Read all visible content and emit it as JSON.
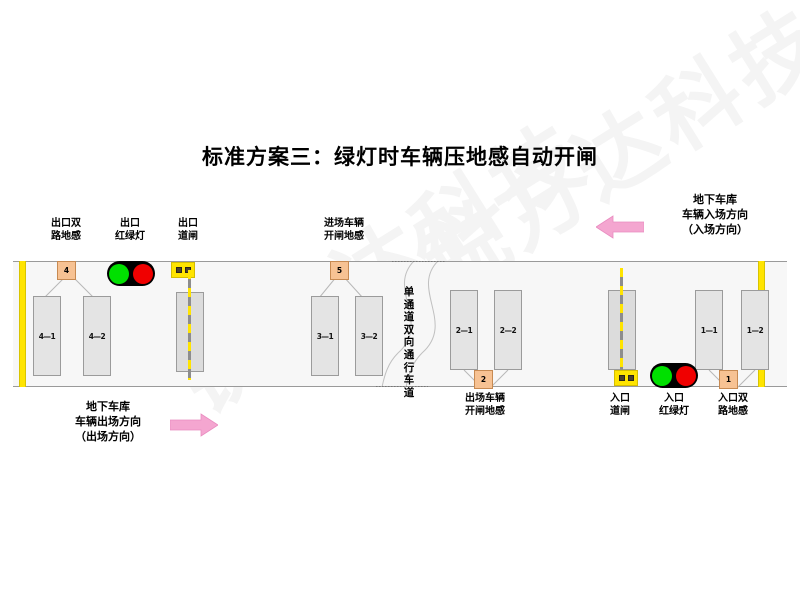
{
  "title": "标准方案三：绿灯时车辆压地感自动开闸",
  "watermark": {
    "line1": "锐方达科技",
    "line2": "锐方达科技"
  },
  "colors": {
    "curb_yellow": "#ffe400",
    "sensor_orange": "#f7c293",
    "vehicle_gray": "#e4e4e4",
    "light_green": "#00e000",
    "light_red": "#f00000",
    "arrow_pink": "#f4a6d0",
    "road_fill": "#f7f7f7"
  },
  "exit_side": {
    "labels": {
      "dual_loop": "出口双\n路地感",
      "traffic_light": "出口\n红绿灯",
      "barrier": "出口\n道闸"
    },
    "sensor": {
      "id": "4"
    },
    "vehicles": [
      {
        "id": "4—1"
      },
      {
        "id": "4—2"
      }
    ]
  },
  "entry_side": {
    "labels": {
      "barrier": "入口\n道闸",
      "traffic_light": "入口\n红绿灯",
      "dual_loop": "入口双\n路地感"
    },
    "sensor": {
      "id": "1"
    },
    "vehicles": [
      {
        "id": "1—1"
      },
      {
        "id": "1—2"
      }
    ]
  },
  "middle": {
    "entering_loop": {
      "label": "进场车辆\n开闸地感",
      "sensor_id": "5",
      "vehicles": [
        {
          "id": "3—1"
        },
        {
          "id": "3—2"
        }
      ]
    },
    "exiting_loop": {
      "label": "出场车辆\n开闸地感",
      "sensor_id": "2",
      "vehicles": [
        {
          "id": "2—1"
        },
        {
          "id": "2—2"
        }
      ]
    },
    "lane_marking": {
      "text": "单通道双向通行车道",
      "chars": [
        "单",
        "通",
        "道",
        "双",
        "向",
        "通",
        "行",
        "车",
        "道"
      ]
    }
  },
  "directions": {
    "entry": {
      "text": "地下车库\n车辆入场方向\n（入场方向）",
      "arrow": "arrow-left"
    },
    "exit": {
      "text": "地下车库\n车辆出场方向\n（出场方向）",
      "arrow": "arrow-right"
    }
  }
}
